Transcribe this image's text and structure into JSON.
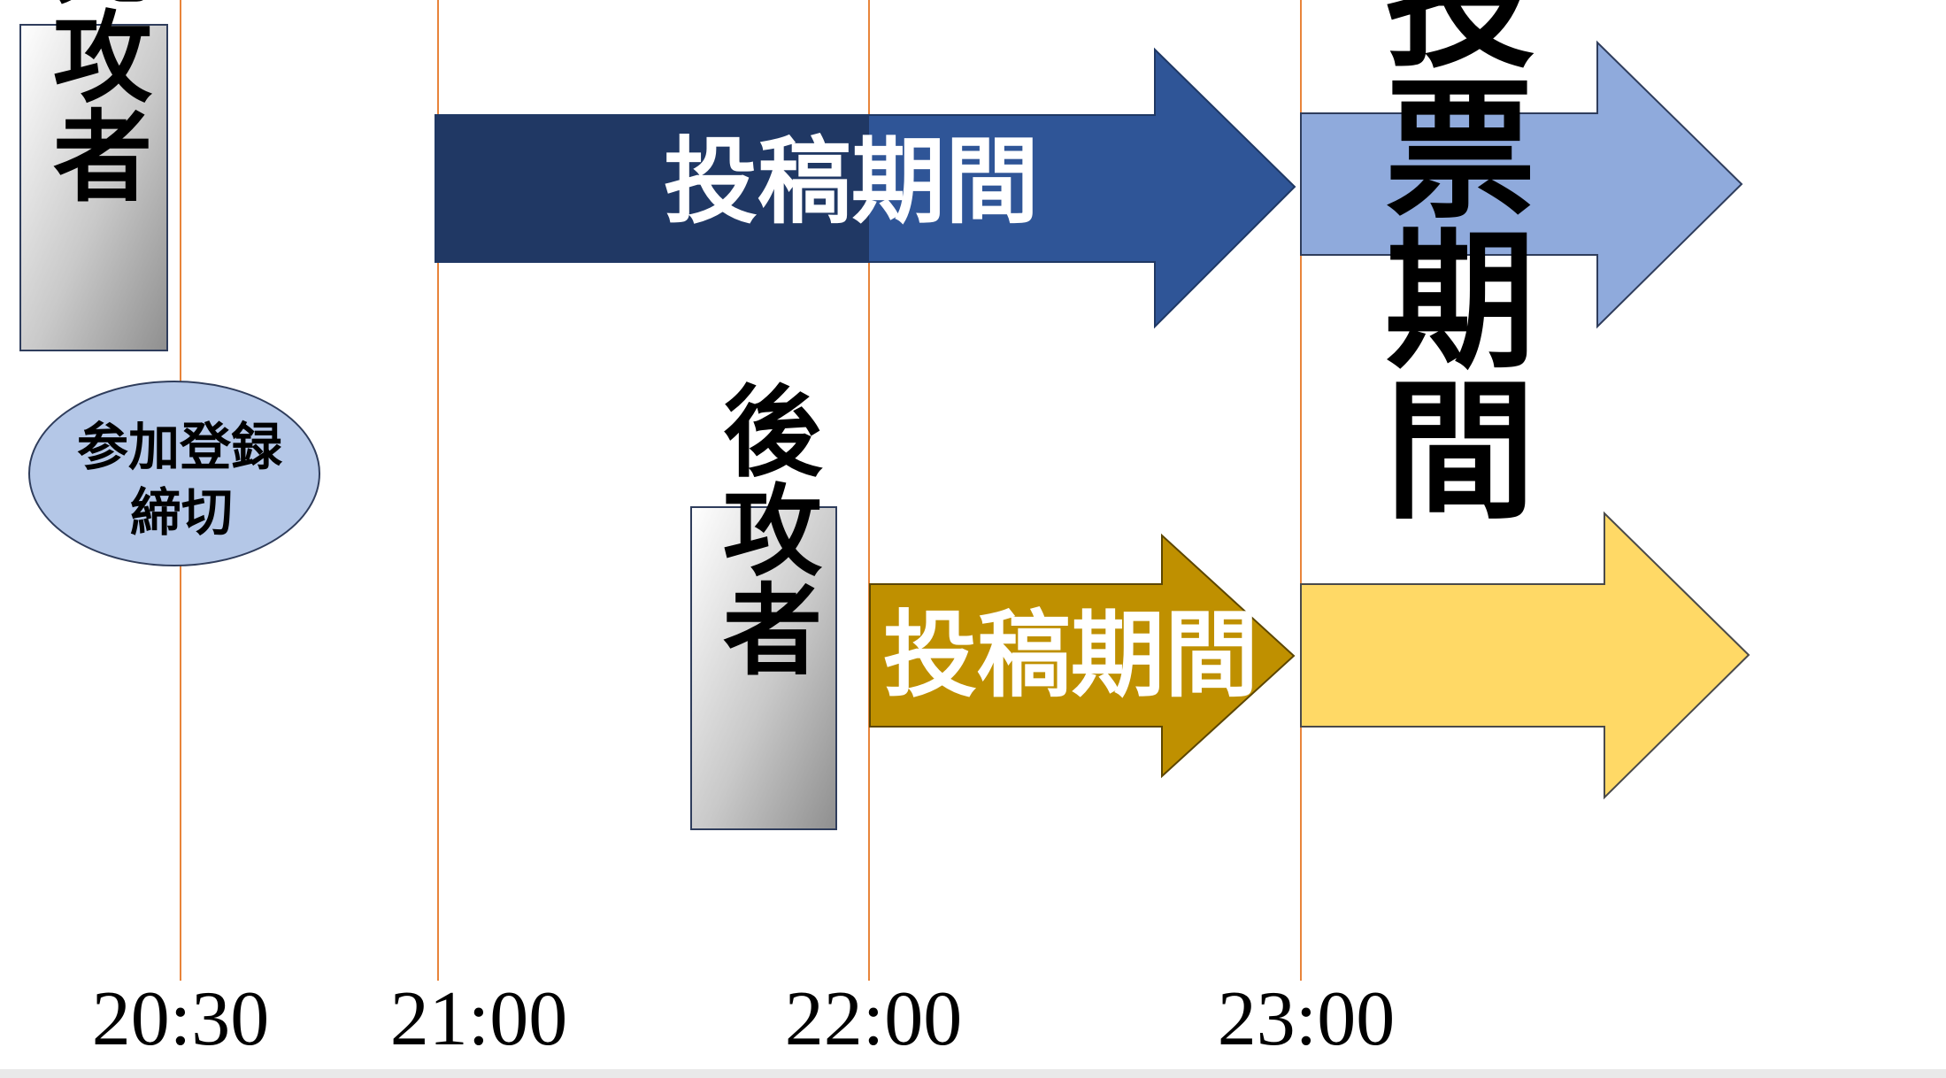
{
  "first_player": {
    "label": "先攻者",
    "arrow_label": "投稿期間"
  },
  "second_player": {
    "label": "後攻者",
    "arrow_label": "投稿期間"
  },
  "registration": {
    "line1": "参加登録",
    "line2": "締切"
  },
  "voting": {
    "label": "投票期間"
  },
  "timeline": {
    "labels": [
      "20:30",
      "21:00",
      "22:00",
      "23:00"
    ]
  },
  "colors": {
    "timeline_line": "#E8843A",
    "first_arrow_dark": "#203864",
    "first_arrow_main": "#2F5597",
    "second_arrow": "#BF9000",
    "voting_top": "#8FAADC",
    "voting_bottom": "#FFD966",
    "registration_fill": "#B4C7E7",
    "registration_stroke": "#2F3D5C"
  }
}
